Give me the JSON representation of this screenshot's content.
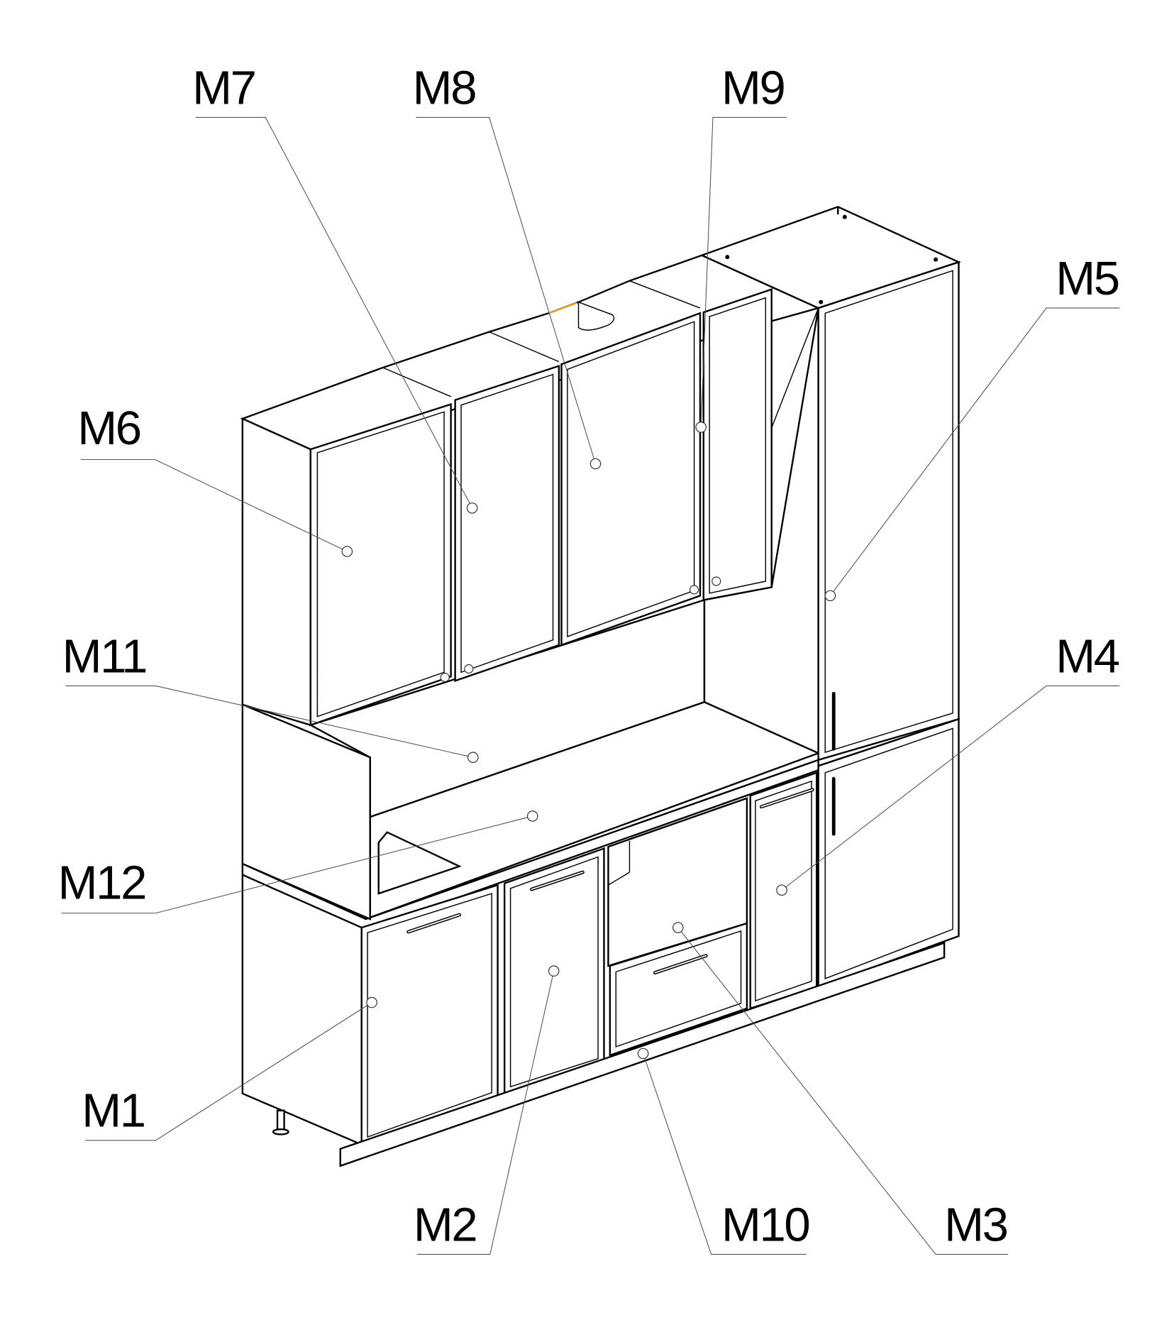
{
  "title": "Kitchen cabinet module assembly diagram",
  "labels": {
    "m1": "M1",
    "m2": "M2",
    "m3": "M3",
    "m4": "M4",
    "m5": "M5",
    "m6": "M6",
    "m7": "M7",
    "m8": "M8",
    "m9": "M9",
    "m10": "M10",
    "m11": "M11",
    "m12": "M12"
  },
  "colors": {
    "line": "#000000",
    "leader": "#555555",
    "accent": "#e8a020"
  }
}
